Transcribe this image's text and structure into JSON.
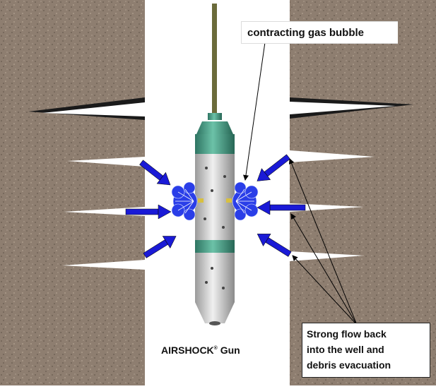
{
  "labels": {
    "contracting_bubble": "contracting gas bubble",
    "flow_line1": "Strong flow back",
    "flow_line2": "into the well and",
    "flow_line3": "debris evacuation",
    "gun_name": "AIRSHOCK",
    "gun_mark": "®",
    "gun_word": " Gun"
  },
  "colors": {
    "rock": "#8e7e70",
    "well": "#ffffff",
    "gun_body": "#d8d8d8",
    "gun_rings": "#3a8a74",
    "flow_arrows": "#1a1ad6",
    "bubbles": "#2a3ee8",
    "cable": "#6b6b3a"
  }
}
